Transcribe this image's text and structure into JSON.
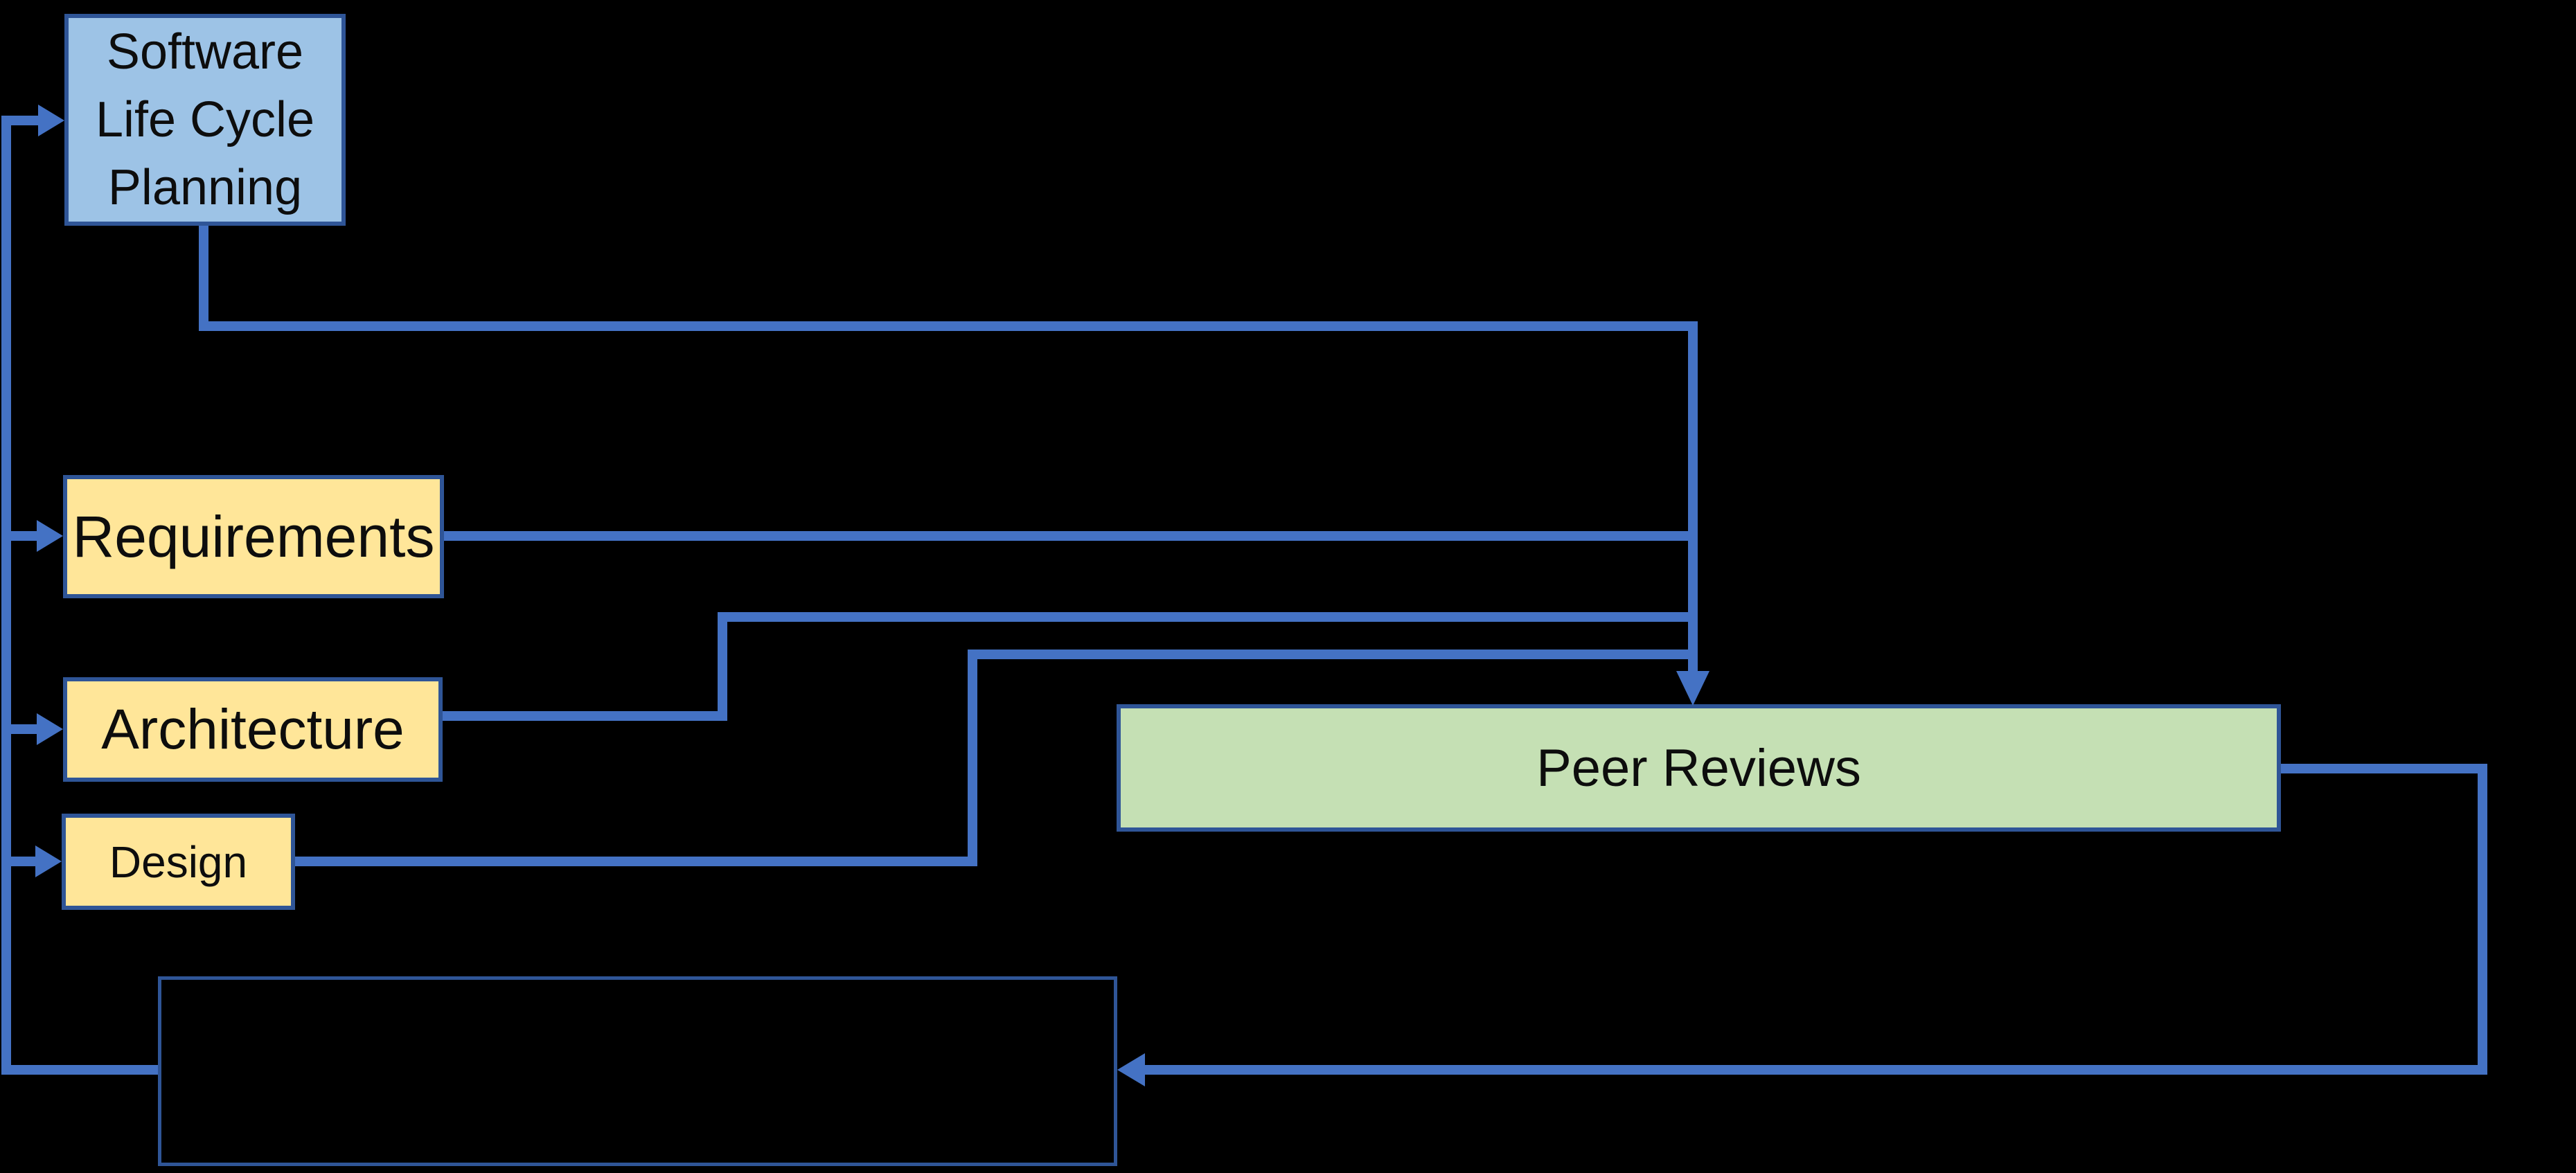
{
  "diagram": {
    "colors": {
      "line": "#4472C4",
      "box-border": "#2F5597",
      "slcp-fill": "#9DC3E6",
      "phase-fill": "#FFE699",
      "review-fill": "#C5E0B4",
      "background": "#000000",
      "text": "#0D0D0D"
    },
    "nodes": {
      "slcp": {
        "lines": [
          "Software",
          "Life Cycle",
          "Planning"
        ]
      },
      "requirements": {
        "label": "Requirements"
      },
      "architecture": {
        "label": "Architecture"
      },
      "design": {
        "label": "Design"
      },
      "peer_reviews": {
        "label": "Peer Reviews"
      },
      "feedback": {
        "label": ""
      }
    },
    "edges": [
      {
        "from": "software-life-cycle-planning",
        "to": "peer-reviews",
        "style": "arrow"
      },
      {
        "from": "requirements",
        "to": "peer-reviews",
        "style": "arrow"
      },
      {
        "from": "architecture",
        "to": "peer-reviews",
        "style": "arrow"
      },
      {
        "from": "design",
        "to": "peer-reviews",
        "style": "arrow"
      },
      {
        "from": "peer-reviews",
        "to": "feedback-box",
        "style": "arrow"
      },
      {
        "from": "feedback-box",
        "to": "software-life-cycle-planning",
        "style": "arrow"
      },
      {
        "from": "feedback-box",
        "to": "requirements",
        "style": "arrow"
      },
      {
        "from": "feedback-box",
        "to": "architecture",
        "style": "arrow"
      },
      {
        "from": "feedback-box",
        "to": "design",
        "style": "arrow"
      }
    ]
  }
}
